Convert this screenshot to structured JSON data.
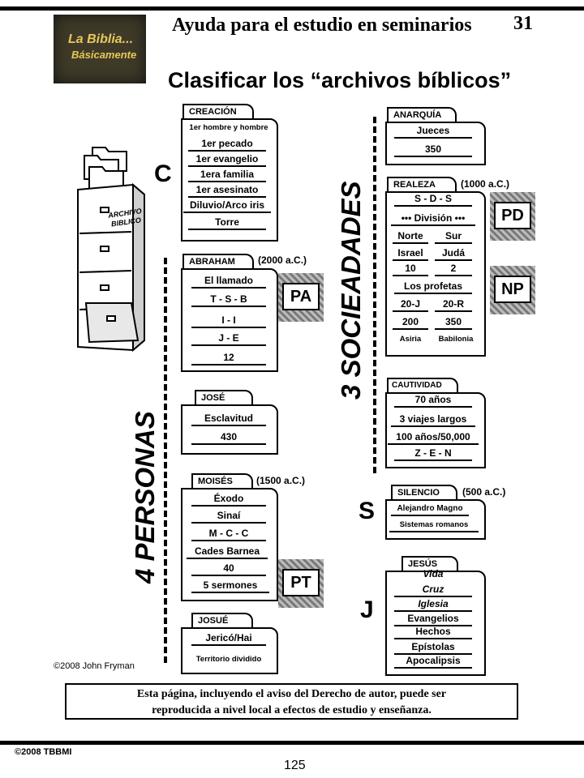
{
  "header": {
    "logo_line1": "La Biblia...",
    "logo_line2": "Básicamente",
    "title": "Ayuda para el estudio en seminarios",
    "page_number": "31"
  },
  "main_title": "Clasificar los “archivos bíblicos”",
  "cabinet": {
    "label_line1": "ARCHIVO",
    "label_line2": "BIBLICO"
  },
  "letters": {
    "c": "C",
    "s": "S",
    "j": "J"
  },
  "vertical_labels": {
    "personas": "4 PERSONAS",
    "sociedades": "3 SOCIEADADES"
  },
  "cards": {
    "creacion": {
      "tab": "CREACIÓN",
      "items": [
        "1er hombre y hombre",
        "1er pecado",
        "1er evangelio",
        "1era familia",
        "1er asesinato",
        "Diluvio/Arco iris",
        "Torre"
      ]
    },
    "abraham": {
      "tab": "ABRAHAM",
      "date": "(2000 a.C.)",
      "items": [
        "El llamado",
        "T - S - B",
        "I - I",
        "J - E",
        "12"
      ]
    },
    "jose": {
      "tab": "JOSÉ",
      "items": [
        "Esclavitud",
        "430"
      ]
    },
    "moises": {
      "tab": "MOISÉS",
      "date": "(1500 a.C.)",
      "items": [
        "Éxodo",
        "Sinaí",
        "M - C - C",
        "Cades Barnea",
        "40",
        "5 sermones"
      ]
    },
    "josue": {
      "tab": "JOSUÉ",
      "items": [
        "Jericó/Hai",
        "Territorio dividido"
      ]
    },
    "anarquia": {
      "tab": "ANARQUÍA",
      "items": [
        "Jueces",
        "350"
      ]
    },
    "realeza": {
      "tab": "REALEZA",
      "date": "(1000 a.C.)",
      "items": [
        "S - D - S",
        "••• División •••",
        "Norte",
        "Sur",
        "Israel",
        "Judá",
        "10",
        "2",
        "Los profetas",
        "20-J",
        "20-R",
        "200",
        "350",
        "Asiria",
        "Babilonia"
      ]
    },
    "cautividad": {
      "tab": "CAUTIVIDAD",
      "items": [
        "70 años",
        "3 viajes largos",
        "100 años/50,000",
        "Z - E - N"
      ]
    },
    "silencio": {
      "tab": "SILENCIO",
      "date": "(500 a.C.)",
      "items": [
        "Alejandro Magno",
        "Sistemas romanos"
      ]
    },
    "jesus": {
      "tab": "JESÚS",
      "items": [
        "Vida",
        "Cruz",
        "Iglesia",
        "Evangelios",
        "Hechos",
        "Epístolas",
        "Apocalipsis"
      ]
    }
  },
  "stamps": {
    "pa": "PA",
    "pt": "PT",
    "pd": "PD",
    "np": "NP"
  },
  "footer": {
    "copyright_small": "©2008 John Fryman",
    "notice_line1": "Esta página, incluyendo el aviso del Derecho de autor, puede ser",
    "notice_line2": "reproducida a nivel local a efectos de estudio y enseñanza.",
    "copyright_tbbmi": "©2008 TBBMI",
    "page": "125"
  }
}
